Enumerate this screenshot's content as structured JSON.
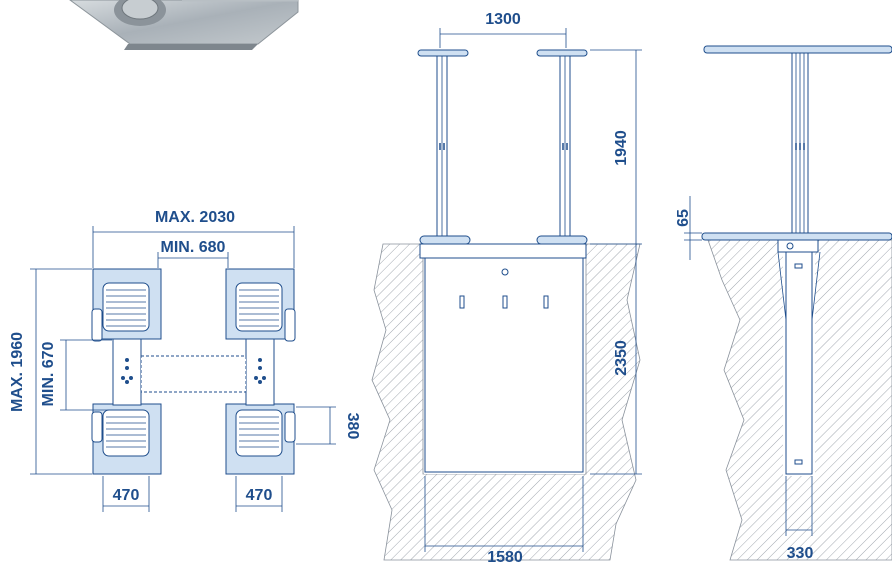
{
  "colors": {
    "primary_blue": "#1f4e8c",
    "light_blue": "#cfe0f2",
    "hatch_gray": "#8a929c",
    "photo_steel": "#a9b1b8"
  },
  "dimensions": {
    "top_view": {
      "max_width": "MAX. 2030",
      "min_width": "MIN. 680",
      "max_length": "MAX. 1960",
      "min_length": "MIN. 670",
      "pad_height": "380",
      "pad_width_left": "470",
      "pad_width_right": "470"
    },
    "front_view": {
      "column_spacing": "1300",
      "lift_height": "1940",
      "pit_depth": "2350",
      "pit_width": "1580"
    },
    "side_view": {
      "platform_height": "65",
      "column_width": "330"
    }
  }
}
